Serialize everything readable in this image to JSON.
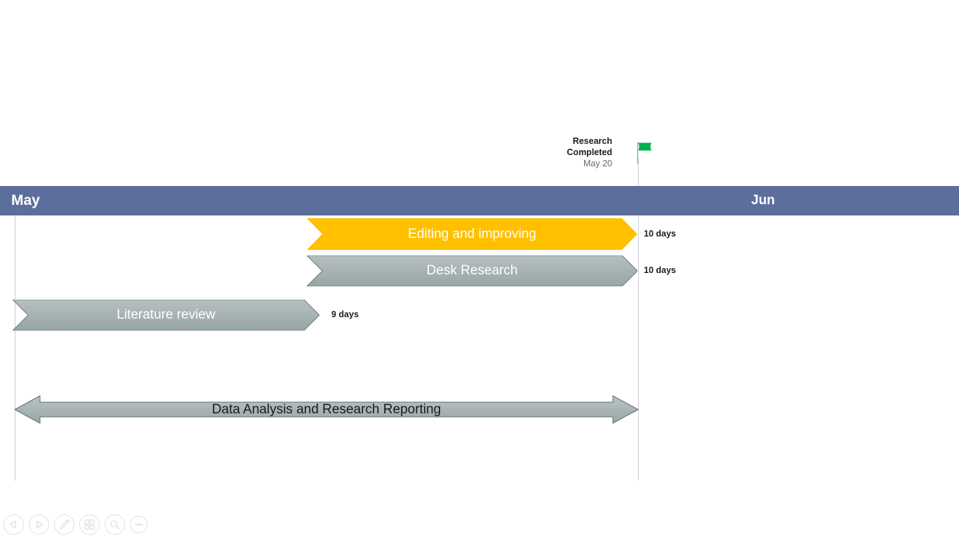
{
  "chart_data": {
    "type": "bar",
    "subtype": "gantt",
    "title": "",
    "xlabel": "",
    "ylabel": "",
    "axis": {
      "months": [
        "May",
        "Jun"
      ],
      "gridlines": [
        "May 1",
        "Jun 1"
      ]
    },
    "tasks": [
      {
        "name": "Editing and improving",
        "duration": "10 days",
        "color": "#ffc000",
        "label_color": "#ffffff",
        "shape": "chevron"
      },
      {
        "name": "Desk Research",
        "duration": "10 days",
        "color": "#a8b3b4",
        "label_color": "#ffffff",
        "shape": "chevron"
      },
      {
        "name": "Literature review",
        "duration": "9 days",
        "color": "#a8b3b4",
        "label_color": "#ffffff",
        "shape": "chevron"
      },
      {
        "name": "Data Analysis and Research Reporting",
        "duration": "",
        "color": "#a8b3b4",
        "label_color": "#1a1a1a",
        "shape": "double-arrow"
      }
    ],
    "milestones": [
      {
        "title": "Research Completed",
        "title_line1": "Research",
        "title_line2": "Completed",
        "date": "May 20",
        "icon": "green-flag",
        "color": "#00b050"
      }
    ]
  },
  "header": {
    "month_left": "May",
    "month_right": "Jun",
    "band_color": "#5c6f9c"
  },
  "milestone": {
    "line1": "Research",
    "line2": "Completed",
    "date": "May 20",
    "flag_color": "#00b050"
  },
  "bars": {
    "editing": {
      "label": "Editing and improving",
      "duration": "10 days"
    },
    "desk": {
      "label": "Desk Research",
      "duration": "10 days"
    },
    "literature": {
      "label": "Literature review",
      "duration": "9 days"
    },
    "data": {
      "label": "Data Analysis and Research Reporting",
      "duration": ""
    }
  },
  "toolbar": {
    "previous": "previous-slide",
    "next": "next-slide",
    "pen": "pen",
    "slides": "all-slides",
    "zoom": "zoom",
    "more": "more-options"
  }
}
